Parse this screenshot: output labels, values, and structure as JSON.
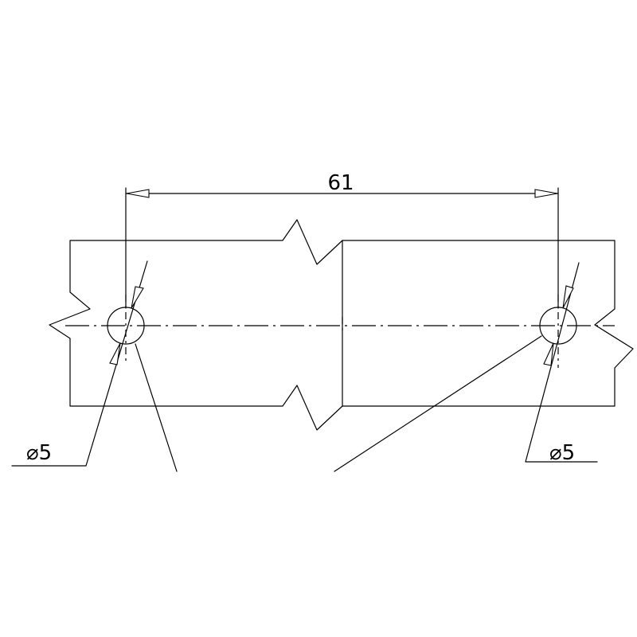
{
  "drawing": {
    "dimensions": {
      "spacing": "61",
      "left_hole_diameter": "⌀5",
      "right_hole_diameter": "⌀5"
    }
  }
}
